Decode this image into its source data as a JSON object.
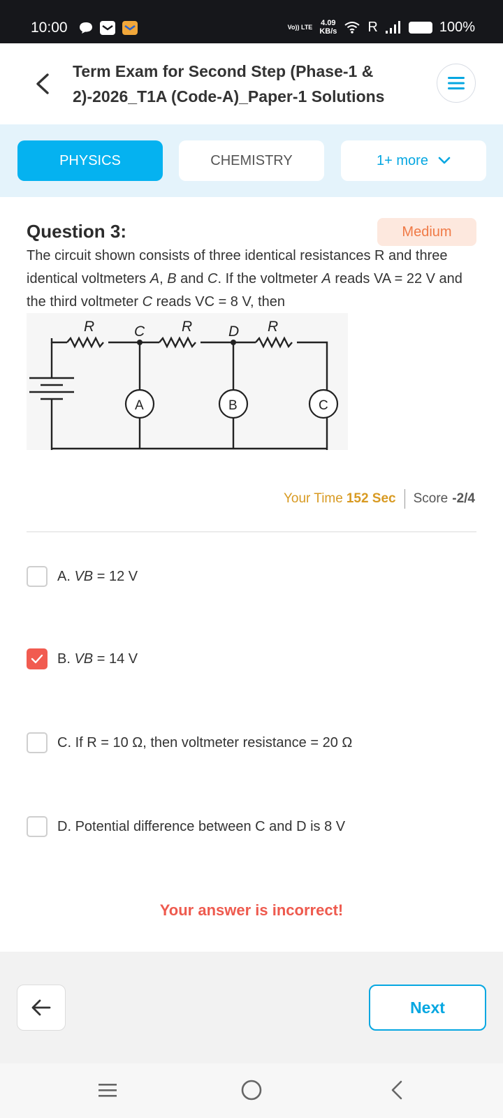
{
  "status_bar": {
    "time": "10:00",
    "volte": "Vo)) LTE",
    "speed_value": "4.09",
    "speed_unit": "KB/s",
    "roaming": "R",
    "battery": "100%"
  },
  "header": {
    "title": "Term Exam for Second Step (Phase-1 & 2)-2026_T1A (Code-A)_Paper-1 Solutions"
  },
  "tabs": [
    {
      "label": "PHYSICS",
      "active": true
    },
    {
      "label": "CHEMISTRY",
      "active": false
    },
    {
      "label": "1+ more",
      "active": false
    }
  ],
  "question": {
    "label": "Question 3:",
    "difficulty": "Medium",
    "text_part1": "The circuit shown consists of three identical resistances R and three identical voltmeters ",
    "text_A": "A",
    "text_part2": ", ",
    "text_B": "B",
    "text_part3": " and ",
    "text_C": "C",
    "text_part4": ". If the voltmeter ",
    "text_A2": "A",
    "text_part5": " reads ",
    "va_expr": "VA = 22 V",
    "text_part6": " and the third voltmeter ",
    "text_C2": "C",
    "text_part7": " reads ",
    "vc_expr": "VC = 8 V",
    "text_part8": ", then"
  },
  "circuit": {
    "resistor_label": "R",
    "node_c": "C",
    "node_d": "D",
    "meters": [
      "A",
      "B",
      "C"
    ]
  },
  "stats": {
    "time_label": "Your Time",
    "time_value": "152 Sec",
    "score_label": "Score",
    "score_value": "-2/4"
  },
  "options": [
    {
      "letter": "A.",
      "var": "VB",
      "rest": "= 12 V",
      "checked": false
    },
    {
      "letter": "B.",
      "var": "VB",
      "rest": "= 14 V",
      "checked": true
    },
    {
      "letter": "C.",
      "text": "If R = 10 Ω, then voltmeter resistance = 20 Ω",
      "checked": false
    },
    {
      "letter": "D.",
      "text": "Potential difference between C and D is 8 V",
      "checked": false
    }
  ],
  "result_text": "Your answer is incorrect!",
  "navigation": {
    "next_label": "Next"
  },
  "colors": {
    "accent": "#05b2f0",
    "incorrect": "#ee5a4e",
    "time": "#d89a22",
    "medium_badge_bg": "#fde8de",
    "medium_badge_text": "#f07a46"
  }
}
